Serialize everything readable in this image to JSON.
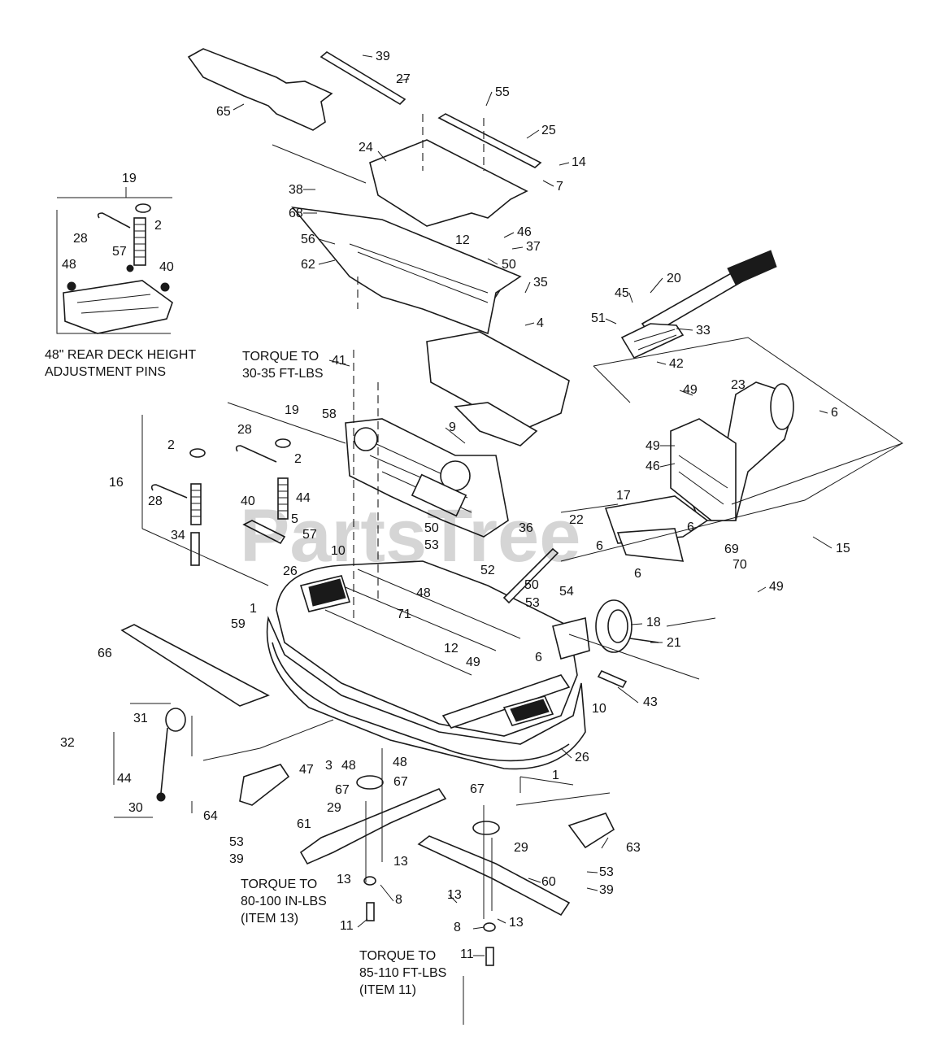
{
  "watermark": "PartsTree",
  "notes": {
    "rear_deck_line1": "48\" REAR DECK HEIGHT",
    "rear_deck_line2": "ADJUSTMENT PINS",
    "torque1_line1": "TORQUE TO",
    "torque1_line2": "30-35 FT-LBS",
    "torque2_line1": "TORQUE TO",
    "torque2_line2": "80-100 IN-LBS",
    "torque2_line3": "(ITEM 13)",
    "torque3_line1": "TORQUE TO",
    "torque3_line2": "85-110 FT-LBS",
    "torque3_line3": "(ITEM 11)"
  },
  "callouts": {
    "c39a": "39",
    "c27": "27",
    "c65": "65",
    "c55": "55",
    "c25": "25",
    "c24": "24",
    "c14": "14",
    "c7": "7",
    "c38": "38",
    "c68": "68",
    "c46a": "46",
    "c37": "37",
    "c12a": "12",
    "c56": "56",
    "c50a": "50",
    "c62": "62",
    "c35": "35",
    "c4": "4",
    "c20": "20",
    "c45": "45",
    "c51": "51",
    "c33": "33",
    "c42": "42",
    "c19a": "19",
    "c2a": "2",
    "c28a": "28",
    "c57a": "57",
    "c48a": "48",
    "c40a": "40",
    "c41": "41",
    "c19b": "19",
    "c58": "58",
    "c9": "9",
    "c49a": "49",
    "c23": "23",
    "c6a": "6",
    "c49b": "49",
    "c46b": "46",
    "c28b": "28",
    "c2b": "2",
    "c2c": "2",
    "c16": "16",
    "c28c": "28",
    "c40b": "40",
    "c44a": "44",
    "c5": "5",
    "c57b": "57",
    "c34": "34",
    "c10a": "10",
    "c50b": "50",
    "c53a": "53",
    "c36": "36",
    "c17": "17",
    "c22": "22",
    "c6b": "6",
    "c6c": "6",
    "c69": "69",
    "c6d": "6",
    "c70": "70",
    "c15": "15",
    "c26a": "26",
    "c52": "52",
    "c48b": "48",
    "c50c": "50",
    "c54": "54",
    "c1a": "1",
    "c71": "71",
    "c53b": "53",
    "c59": "59",
    "c49c": "49",
    "c18": "18",
    "c21": "21",
    "c66": "66",
    "c12b": "12",
    "c6e": "6",
    "c49d": "49",
    "c43": "43",
    "c10b": "10",
    "c31": "31",
    "c32": "32",
    "c26b": "26",
    "c47": "47",
    "c3": "3",
    "c48c": "48",
    "c48d": "48",
    "c1b": "1",
    "c44b": "44",
    "c67a": "67",
    "c67b": "67",
    "c67c": "67",
    "c30": "30",
    "c64": "64",
    "c29a": "29",
    "c63": "63",
    "c61": "61",
    "c29b": "29",
    "c53c": "53",
    "c39b": "39",
    "c13a": "13",
    "c13b": "13",
    "c53d": "53",
    "c39c": "39",
    "c60": "60",
    "c8a": "8",
    "c13c": "13",
    "c13d": "13",
    "c11a": "11",
    "c8b": "8",
    "c11b": "11"
  }
}
